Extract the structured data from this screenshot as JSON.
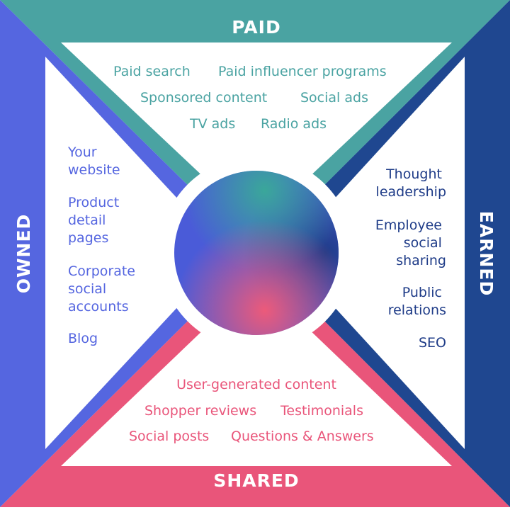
{
  "colors": {
    "paid": "#4aa3a2",
    "owned": "#5566e0",
    "earned": "#1f3c88",
    "shared": "#e9557a"
  },
  "paid": {
    "title": "PAID",
    "items": [
      "Paid search",
      "Paid influencer programs",
      "Sponsored content",
      "Social ads",
      "TV ads",
      "Radio ads"
    ]
  },
  "owned": {
    "title": "OWNED",
    "items": [
      [
        "Your",
        "website"
      ],
      [
        "Product",
        "detail",
        "pages"
      ],
      [
        "Corporate",
        "social",
        "accounts"
      ],
      [
        "Blog"
      ]
    ]
  },
  "earned": {
    "title": "EARNED",
    "items": [
      [
        "Thought",
        "leadership"
      ],
      [
        "Employee",
        "social",
        "sharing"
      ],
      [
        "Public",
        "relations"
      ],
      [
        "SEO"
      ]
    ]
  },
  "shared": {
    "title": "SHARED",
    "items": [
      "User-generated content",
      "Shopper reviews",
      "Testimonials",
      "Social posts",
      "Questions & Answers"
    ]
  }
}
